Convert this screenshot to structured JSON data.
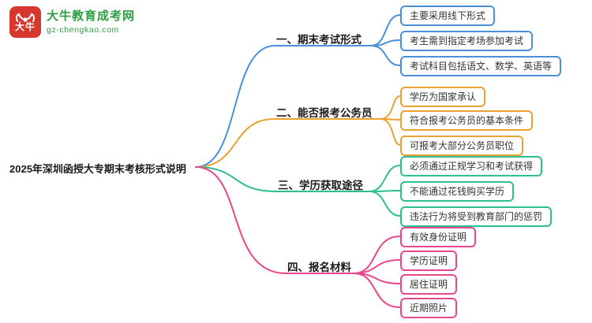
{
  "logo": {
    "badge_text": "大牛",
    "title": "大牛教育成考网",
    "url": "gz-chengkao.com"
  },
  "root": {
    "label": "2025年深圳函授大专期末考核形式说明"
  },
  "colors": {
    "brand_red": "#d6372e",
    "brand_green": "#2f9e44",
    "branch_blue": "#4a90d9",
    "branch_orange": "#eba235",
    "branch_green": "#2fbe8e",
    "branch_pink": "#e8488b"
  },
  "branches": [
    {
      "label": "一、期末考试形式",
      "color": "#4a90d9",
      "children": [
        "主要采用线下形式",
        "考生需到指定考场参加考试",
        "考试科目包括语文、数学、英语等"
      ]
    },
    {
      "label": "二、能否报考公务员",
      "color": "#eba235",
      "children": [
        "学历为国家承认",
        "符合报考公务员的基本条件",
        "可报考大部分公务员职位"
      ]
    },
    {
      "label": "三、学历获取途径",
      "color": "#2fbe8e",
      "children": [
        "必须通过正规学习和考试获得",
        "不能通过花钱购买学历",
        "违法行为将受到教育部门的惩罚"
      ]
    },
    {
      "label": "四、报名材料",
      "color": "#e8488b",
      "children": [
        "有效身份证明",
        "学历证明",
        "居住证明",
        "近期照片"
      ]
    }
  ]
}
